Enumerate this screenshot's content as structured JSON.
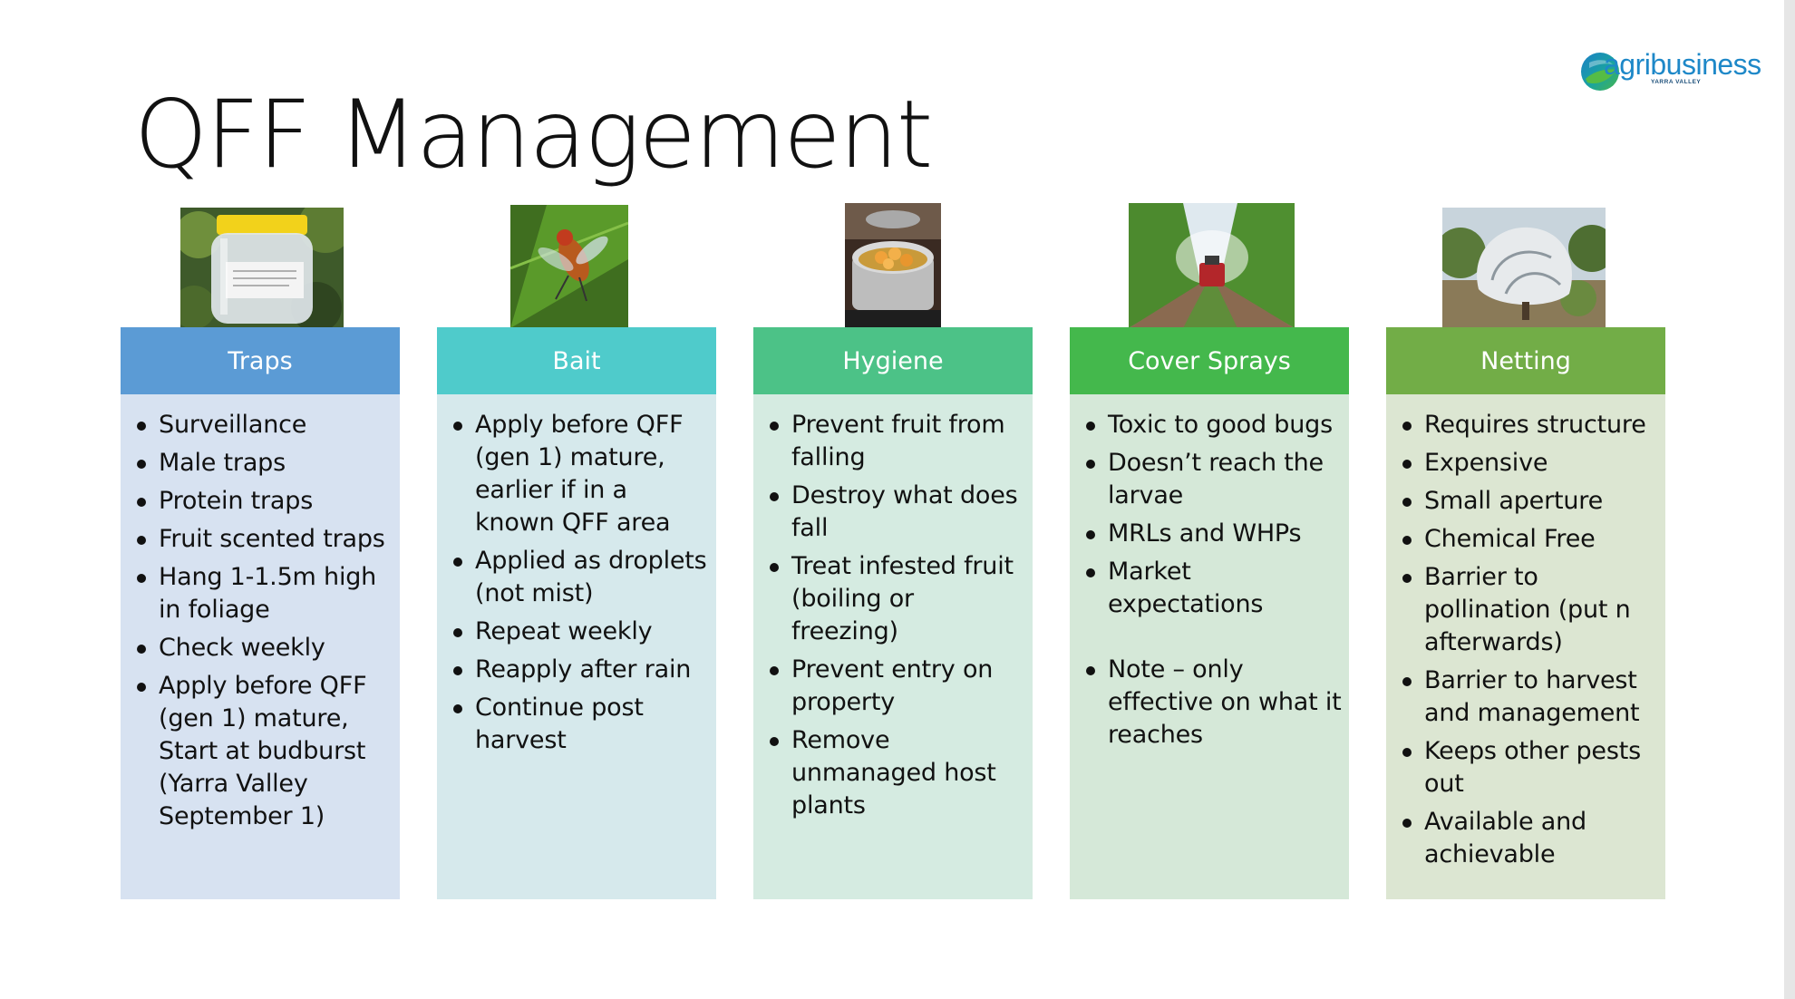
{
  "slide": {
    "title": "QFF Management"
  },
  "logo": {
    "text": "agribusiness",
    "subtext": "YARRA VALLEY"
  },
  "columns": [
    {
      "heading": "Traps",
      "header_color": "#5b9bd5",
      "body_color": "#d7e2f1",
      "image": "fruit-fly-trap-jar",
      "items": [
        "Surveillance",
        "Male traps",
        "Protein traps",
        "Fruit scented traps",
        "Hang 1-1.5m high in foliage",
        "Check weekly",
        "Apply before QFF (gen 1) mature, Start at budburst (Yarra Valley September 1)"
      ]
    },
    {
      "heading": "Bait",
      "header_color": "#4fcbcb",
      "body_color": "#d6e9ec",
      "image": "fruit-fly-on-leaf",
      "items": [
        "Apply before QFF (gen 1) mature, earlier if in a known QFF area",
        "Applied as droplets (not mist)",
        "Repeat weekly",
        "Reapply after rain",
        "Continue post harvest"
      ]
    },
    {
      "heading": "Hygiene",
      "header_color": "#4cc287",
      "body_color": "#d5ebe1",
      "image": "boiling-fruit-pot",
      "items": [
        "Prevent fruit from falling",
        "Destroy what does fall",
        "Treat infested fruit (boiling or freezing)",
        "Prevent entry on property",
        "Remove unmanaged host plants"
      ]
    },
    {
      "heading": "Cover Sprays",
      "header_color": "#44b84c",
      "body_color": "#d5e8d8",
      "image": "orchard-spraying-tractor",
      "items": [
        "Toxic to good bugs",
        "Doesn’t reach the larvae",
        "MRLs and WHPs",
        "Market expectations",
        "Note – only effective on what it reaches"
      ]
    },
    {
      "heading": "Netting",
      "header_color": "#72ad47",
      "body_color": "#dce6d2",
      "image": "netted-tree",
      "items": [
        "Requires structure",
        "Expensive",
        "Small aperture",
        "Chemical Free",
        "Barrier to pollination (put n afterwards)",
        "Barrier to harvest and management",
        "Keeps other pests out",
        "Available and achievable"
      ]
    }
  ]
}
